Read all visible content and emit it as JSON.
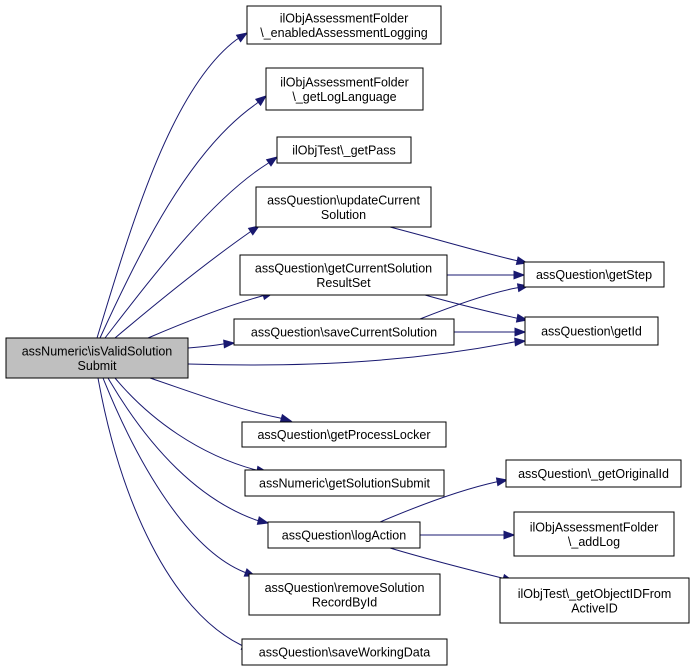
{
  "root": {
    "id": "root",
    "lines": [
      "assNumeric\\isValidSolution",
      "Submit"
    ]
  },
  "nodes": [
    {
      "id": "n1",
      "lines": [
        "ilObjAssessmentFolder",
        "\\_enabledAssessmentLogging"
      ]
    },
    {
      "id": "n2",
      "lines": [
        "ilObjAssessmentFolder",
        "\\_getLogLanguage"
      ]
    },
    {
      "id": "n3",
      "lines": [
        "ilObjTest\\_getPass"
      ]
    },
    {
      "id": "n4",
      "lines": [
        "assQuestion\\updateCurrent",
        "Solution"
      ]
    },
    {
      "id": "n5",
      "lines": [
        "assQuestion\\getCurrentSolution",
        "ResultSet"
      ]
    },
    {
      "id": "n6",
      "lines": [
        "assQuestion\\saveCurrentSolution"
      ]
    },
    {
      "id": "n7",
      "lines": [
        "assQuestion\\getStep"
      ]
    },
    {
      "id": "n8",
      "lines": [
        "assQuestion\\getId"
      ]
    },
    {
      "id": "n9",
      "lines": [
        "assQuestion\\getProcessLocker"
      ]
    },
    {
      "id": "n10",
      "lines": [
        "assNumeric\\getSolutionSubmit"
      ]
    },
    {
      "id": "n11",
      "lines": [
        "assQuestion\\logAction"
      ]
    },
    {
      "id": "n12",
      "lines": [
        "assQuestion\\_getOriginalId"
      ]
    },
    {
      "id": "n13",
      "lines": [
        "ilObjAssessmentFolder",
        "\\_addLog"
      ]
    },
    {
      "id": "n14",
      "lines": [
        "ilObjTest\\_getObjectIDFrom",
        "ActiveID"
      ]
    },
    {
      "id": "n15",
      "lines": [
        "assQuestion\\removeSolution",
        "RecordById"
      ]
    },
    {
      "id": "n16",
      "lines": [
        "assQuestion\\saveWorkingData"
      ]
    }
  ],
  "edges": [
    [
      "root",
      "n1"
    ],
    [
      "root",
      "n2"
    ],
    [
      "root",
      "n3"
    ],
    [
      "root",
      "n4"
    ],
    [
      "root",
      "n5"
    ],
    [
      "root",
      "n6"
    ],
    [
      "root",
      "n8"
    ],
    [
      "root",
      "n9"
    ],
    [
      "root",
      "n10"
    ],
    [
      "root",
      "n11"
    ],
    [
      "root",
      "n15"
    ],
    [
      "root",
      "n16"
    ],
    [
      "n4",
      "n7"
    ],
    [
      "n5",
      "n7"
    ],
    [
      "n5",
      "n8"
    ],
    [
      "n6",
      "n7"
    ],
    [
      "n6",
      "n8"
    ],
    [
      "n11",
      "n12"
    ],
    [
      "n11",
      "n13"
    ],
    [
      "n11",
      "n14"
    ]
  ],
  "colors": {
    "edge": "#191970",
    "root_fill": "#bfbfbf",
    "node_fill": "#ffffff",
    "border": "#000000"
  }
}
